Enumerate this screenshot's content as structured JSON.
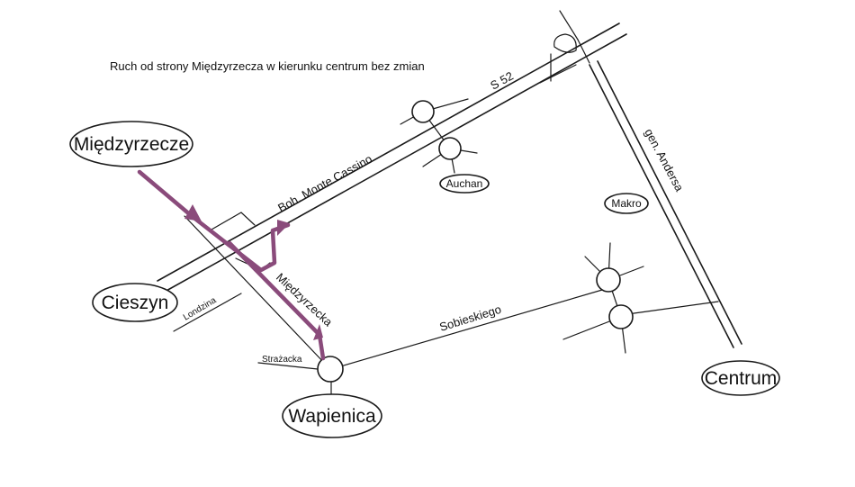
{
  "note": "Ruch od strony Międzyrzecza w kierunku centrum bez zmian",
  "places": {
    "miedzyrzecze": "Międzyrzecze",
    "cieszyn": "Cieszyn",
    "wapienica": "Wapienica",
    "centrum": "Centrum",
    "auchan": "Auchan",
    "makro": "Makro"
  },
  "streets": {
    "s52": "S 52",
    "monte_cassino": "Boh. Monte Cassino",
    "gen_andersa": "gen. Andersa",
    "miedzyrzecka": "Międzyrzecka",
    "sobieskiego": "Sobieskiego",
    "londzina": "Londzina",
    "strazacka": "Strażacka"
  },
  "colors": {
    "route": "#8a4b7b",
    "lines": "#1a1a1a",
    "background": "#ffffff"
  }
}
